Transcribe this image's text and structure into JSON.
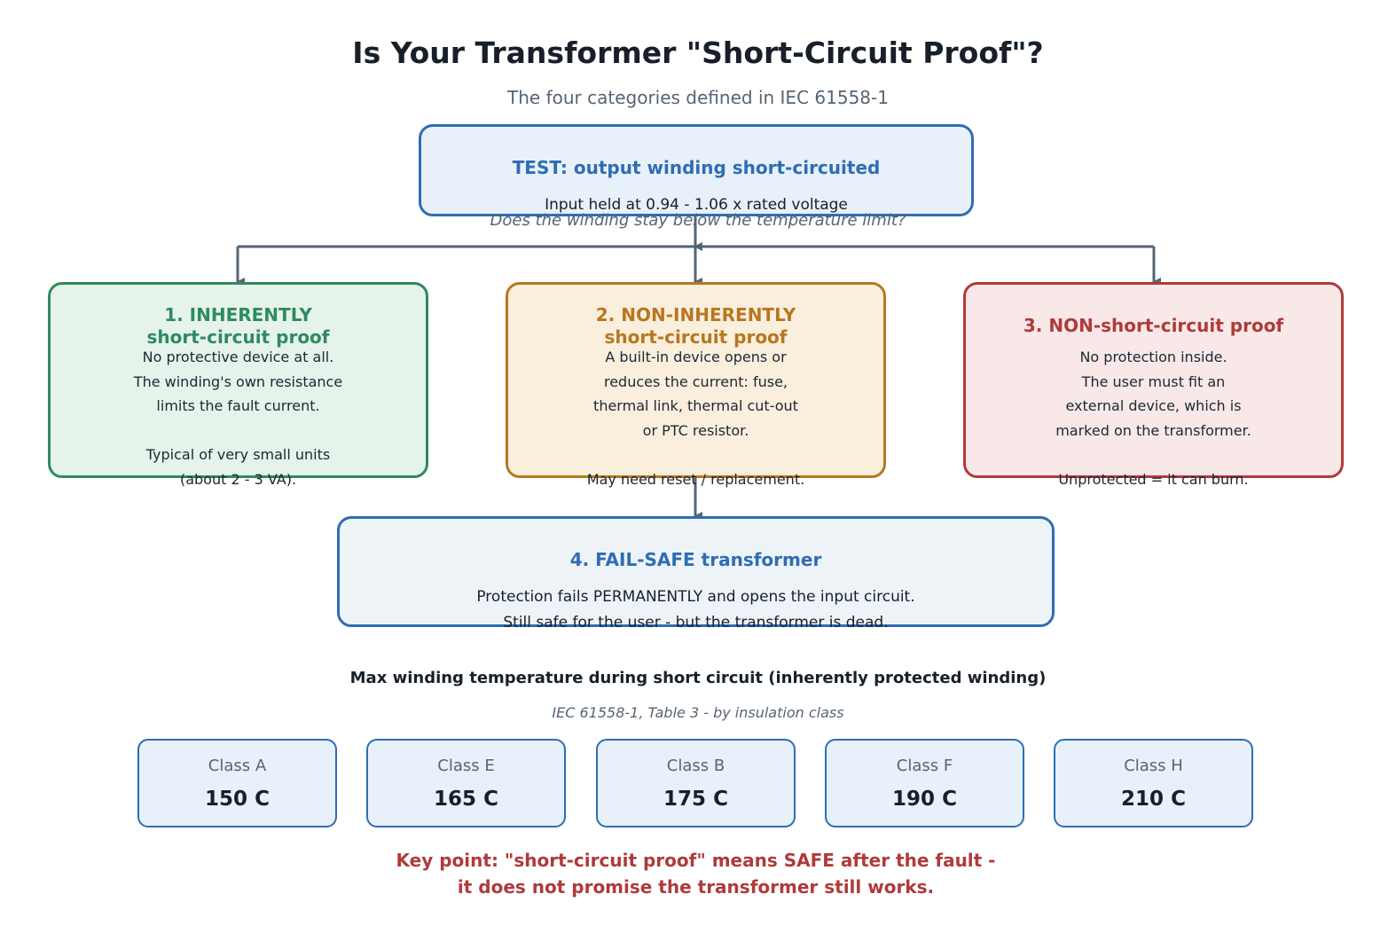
{
  "title": "Is Your Transformer \"Short-Circuit Proof\"?",
  "subtitle": "The four categories defined in IEC 61558-1",
  "test": {
    "title": "TEST: output winding short-circuited",
    "condition": "Input held at 0.94 - 1.06 x rated voltage",
    "question": "Does the winding stay below the temperature limit?"
  },
  "categories": [
    {
      "title": "1. INHERENTLY\nshort-circuit proof",
      "body": "No protective device at all.\nThe winding's own resistance\nlimits the fault current.\n\nTypical of very small units\n(about 2 - 3 VA).",
      "color": "#2e8b5e"
    },
    {
      "title": "2. NON-INHERENTLY\nshort-circuit proof",
      "body": "A built-in device opens or\nreduces the current: fuse,\nthermal link, thermal cut-out\nor PTC resistor.\n\nMay need reset / replacement.",
      "color": "#b7771f"
    },
    {
      "title": "3. NON-short-circuit proof",
      "body": "No protection inside.\nThe user must fit an\nexternal device, which is\nmarked on the transformer.\n\nUnprotected = it can burn.",
      "color": "#b03a3a"
    }
  ],
  "failsafe": {
    "title": "4. FAIL-SAFE transformer",
    "body": "Protection fails PERMANENTLY and opens the input circuit.\nStill safe for the user - but the transformer is dead.",
    "color": "#2e6db4"
  },
  "temperature": {
    "heading": "Max winding temperature during short circuit  (inherently protected winding)",
    "source": "IEC 61558-1, Table 3 - by insulation class",
    "classes": [
      {
        "name": "Class A",
        "limit": "150 C"
      },
      {
        "name": "Class E",
        "limit": "165 C"
      },
      {
        "name": "Class B",
        "limit": "175 C"
      },
      {
        "name": "Class F",
        "limit": "190 C"
      },
      {
        "name": "Class H",
        "limit": "210 C"
      }
    ]
  },
  "key_point": {
    "line1": "Key point: \"short-circuit proof\" means SAFE after the fault -",
    "line2": "it does not promise the transformer still works."
  },
  "colors": {
    "connector": "#566573",
    "text_dark": "#17202a",
    "text_muted": "#566573"
  }
}
